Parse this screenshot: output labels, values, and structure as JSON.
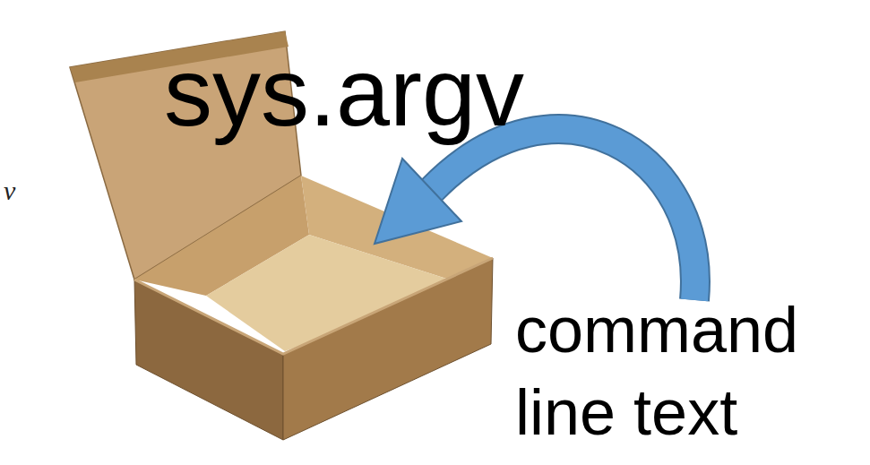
{
  "diagram": {
    "labels": [
      "sys.argv",
      "command line text",
      "v"
    ]
  }
}
